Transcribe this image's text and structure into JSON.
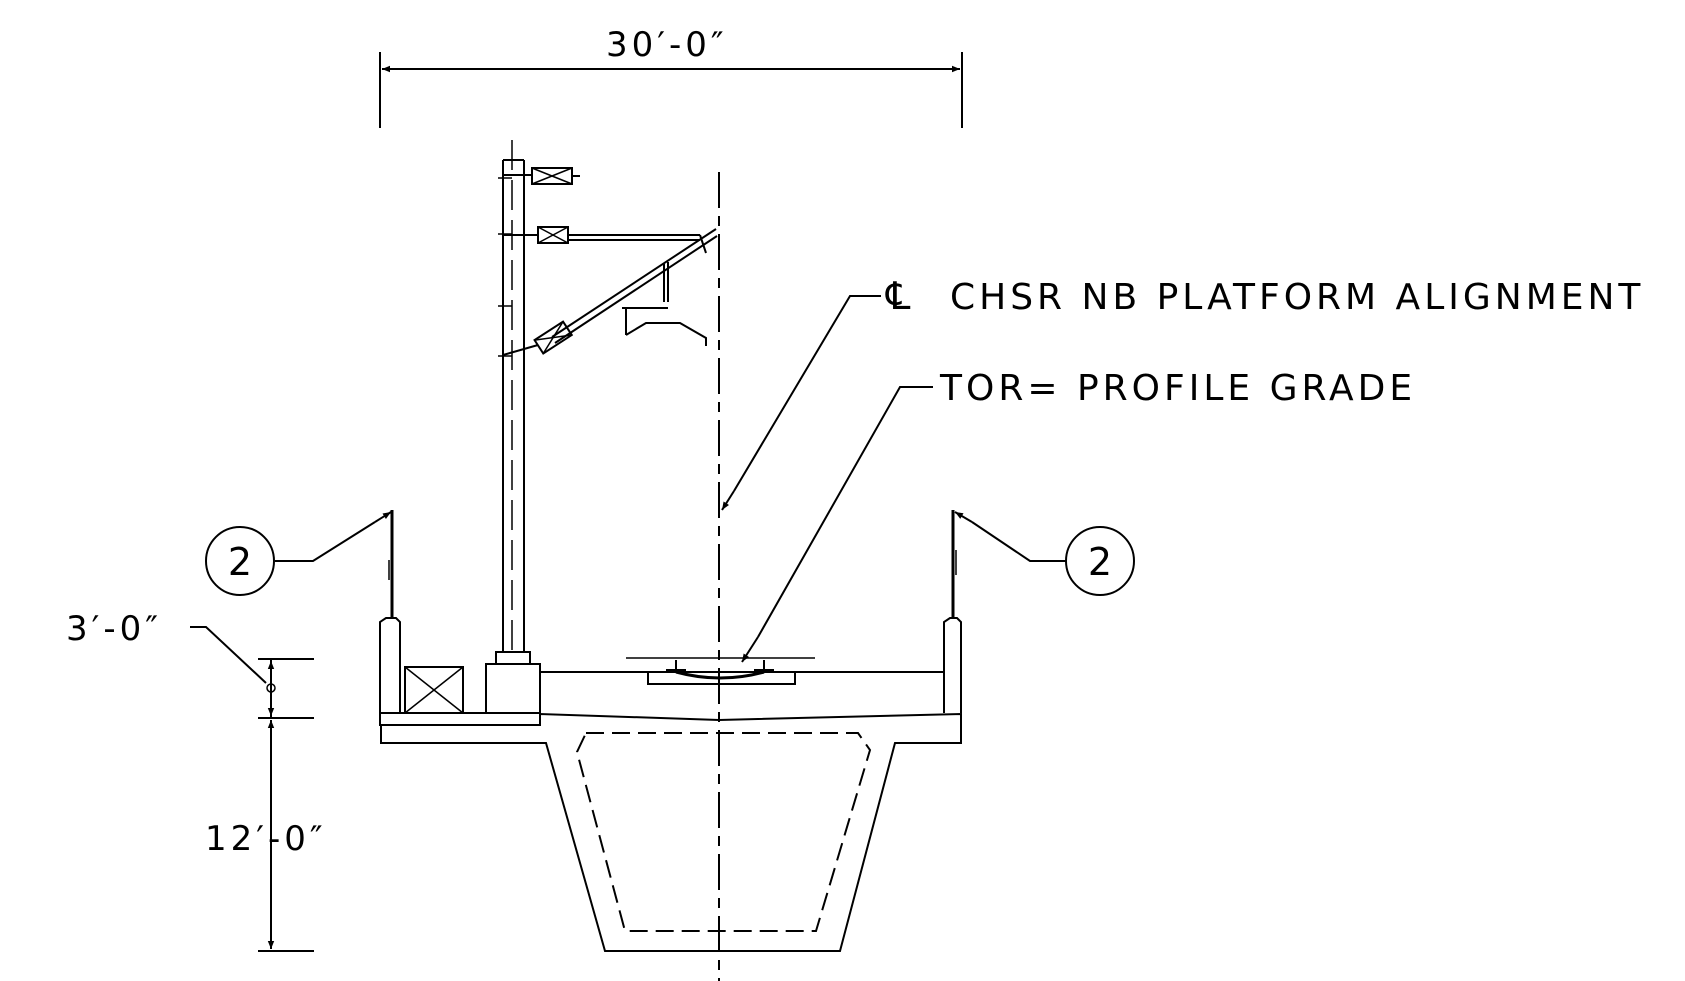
{
  "dimensions": {
    "overall_width": "30′-0″",
    "rail_height": "3′-0″",
    "girder_depth": "12′-0″"
  },
  "callouts": {
    "centerline_symbol": "℄",
    "centerline_text": "CHSR NB PLATFORM ALIGNMENT",
    "tor_text": "TOR= PROFILE GRADE",
    "bubble_left": "2",
    "bubble_right": "2"
  }
}
